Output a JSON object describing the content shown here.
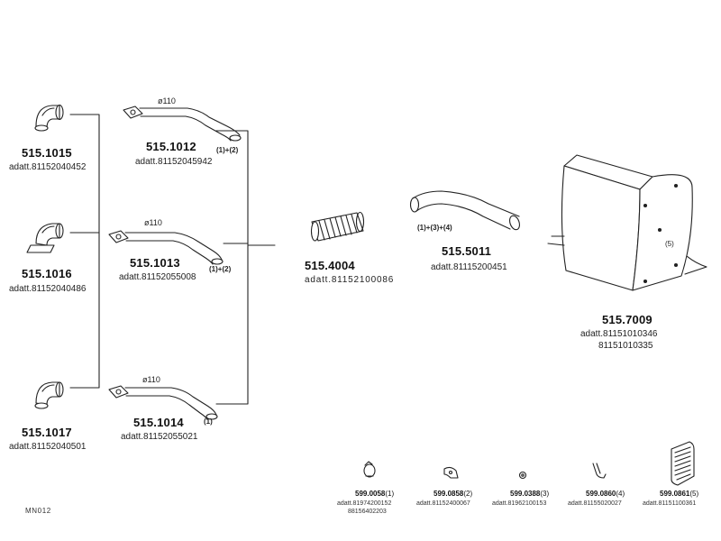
{
  "parts": {
    "p1015": {
      "code": "515.1015",
      "adatt": "adatt.81152040452"
    },
    "p1016": {
      "code": "515.1016",
      "adatt": "adatt.81152040486"
    },
    "p1017": {
      "code": "515.1017",
      "adatt": "adatt.81152040501"
    },
    "p1012": {
      "code": "515.1012",
      "adatt": "adatt.81152045942",
      "note": "(1)+(2)",
      "diameter": "ø110"
    },
    "p1013": {
      "code": "515.1013",
      "adatt": "adatt.81152055008",
      "note": "(1)+(2)",
      "diameter": "ø110"
    },
    "p1014": {
      "code": "515.1014",
      "adatt": "adatt.81152055021",
      "note": "(1)",
      "diameter": "ø110"
    },
    "p4004": {
      "code": "515.4004",
      "adatt": "adatt.81152100086"
    },
    "p5011": {
      "code": "515.5011",
      "adatt": "adatt.81115200451",
      "note": "(1)+(3)+(4)"
    },
    "p7009": {
      "code": "515.7009",
      "adatt": "adatt.81151010346",
      "adatt2": "81151010335",
      "note": "(5)"
    }
  },
  "accessories": [
    {
      "code": "599.0058",
      "qty": "(1)",
      "adatt": "adatt.81974200152",
      "adatt2": "88156402203",
      "icon": "clamp-icon"
    },
    {
      "code": "599.0858",
      "qty": "(2)",
      "adatt": "adatt.81152400067",
      "icon": "bracket-icon"
    },
    {
      "code": "599.0388",
      "qty": "(3)",
      "adatt": "adatt.81962100153",
      "icon": "nut-icon"
    },
    {
      "code": "599.0860",
      "qty": "(4)",
      "adatt": "adatt.81155020027",
      "icon": "hook-icon"
    },
    {
      "code": "599.0861",
      "qty": "(5)",
      "adatt": "adatt.81151100361",
      "icon": "grille-icon"
    }
  ],
  "reference": "MN012"
}
